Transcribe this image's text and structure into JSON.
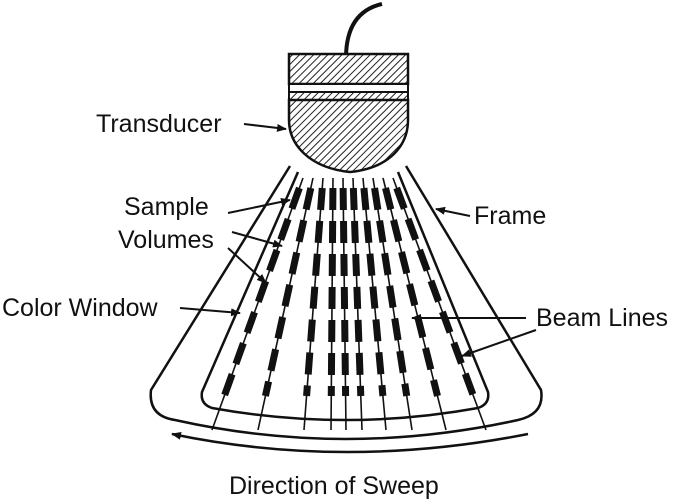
{
  "labels": {
    "transducer": "Transducer",
    "sample": "Sample",
    "volumes": "Volumes",
    "color_window": "Color Window",
    "frame": "Frame",
    "beam_lines": "Beam Lines",
    "sweep": "Direction of Sweep"
  },
  "colors": {
    "ink": "#111111",
    "background": "#ffffff"
  }
}
